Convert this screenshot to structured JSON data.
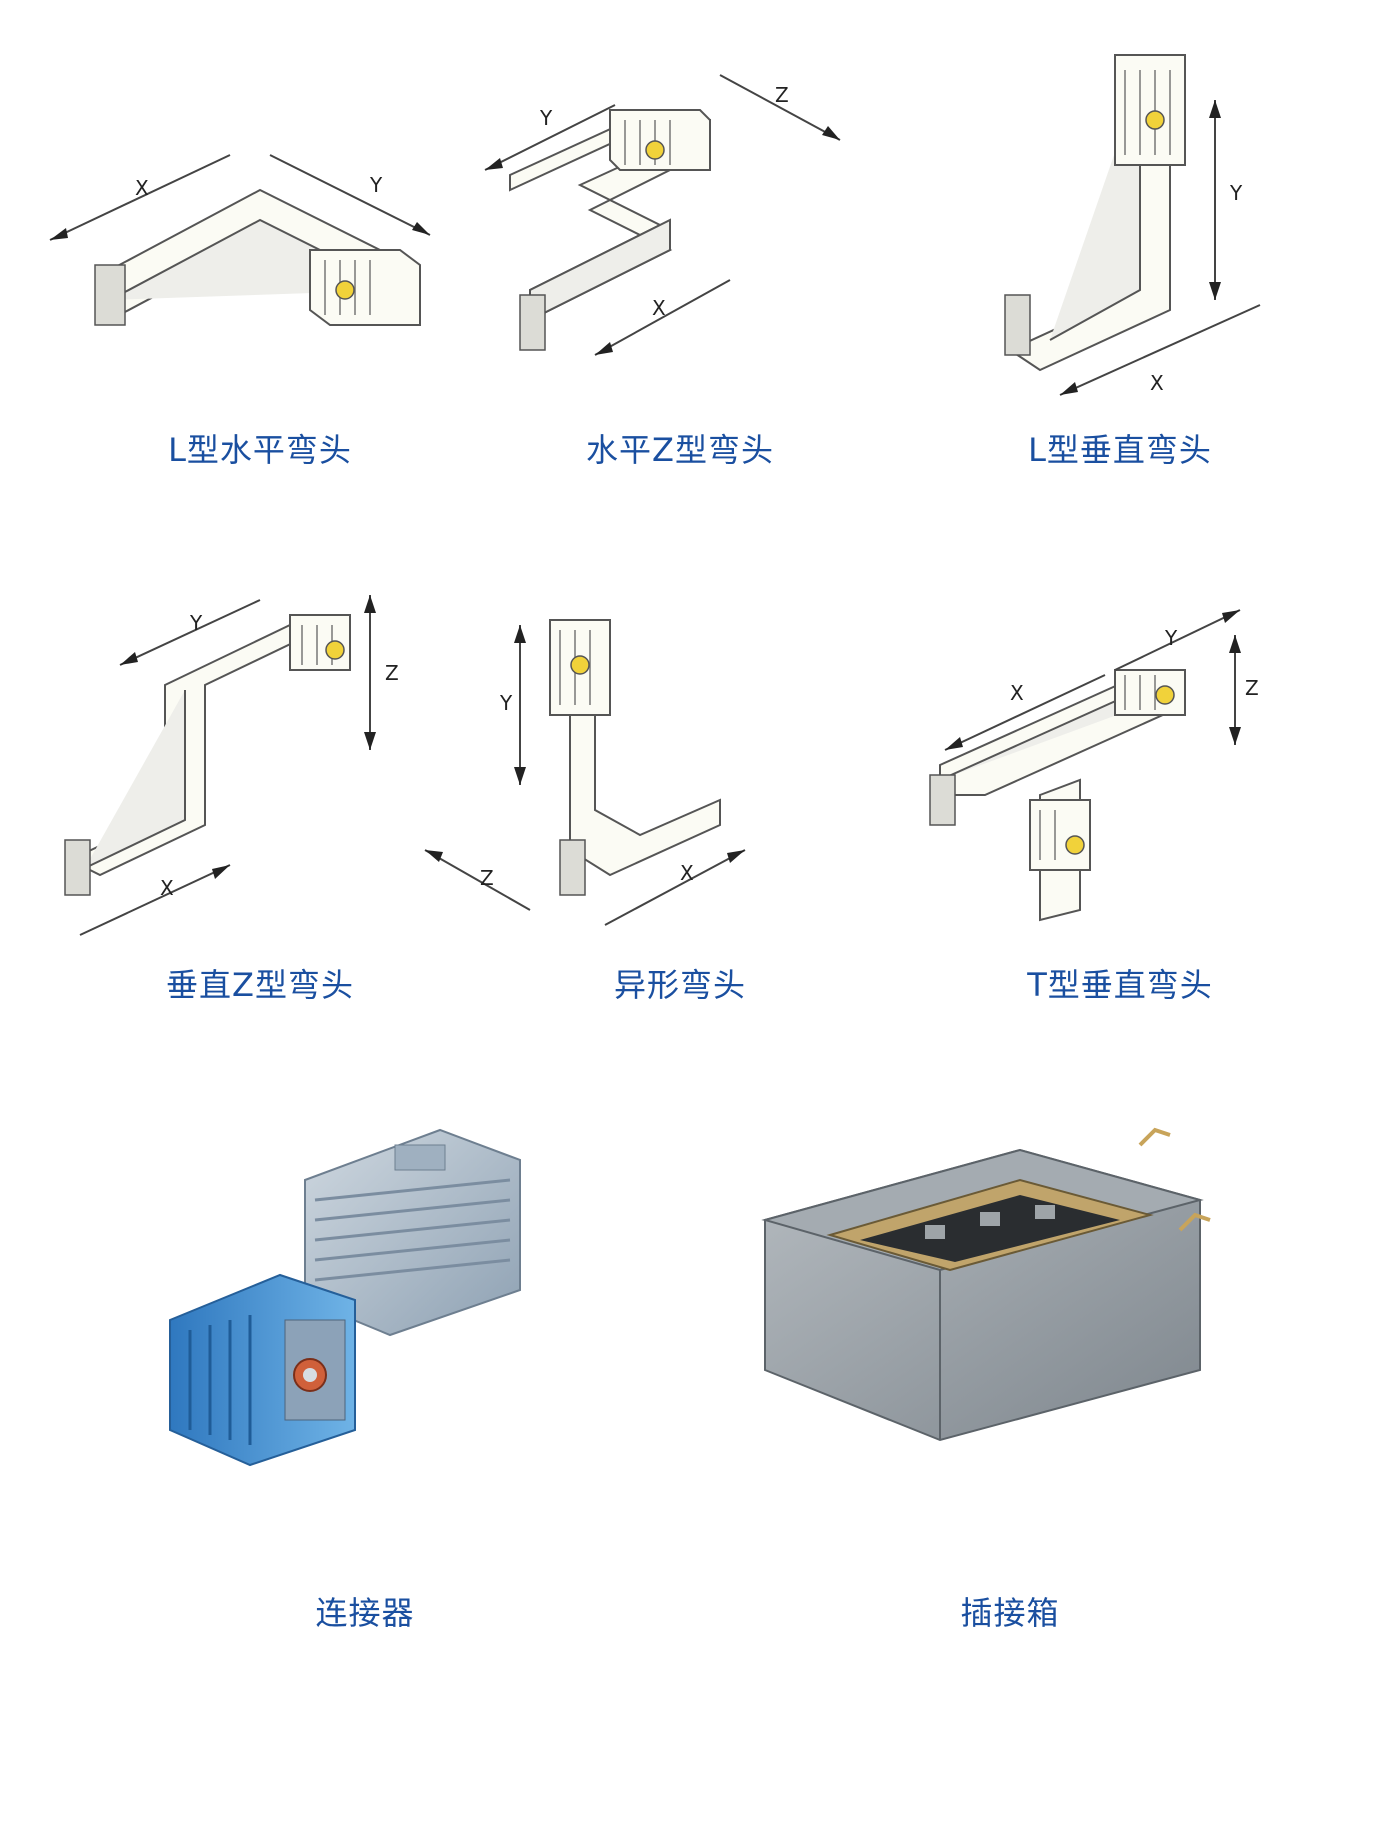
{
  "captions": {
    "l_horizontal": "L型水平弯头",
    "z_horizontal": "水平Z型弯头",
    "l_vertical": "L型垂直弯头",
    "z_vertical": "垂直Z型弯头",
    "special": "异形弯头",
    "t_vertical": "T型垂直弯头",
    "connector": "连接器",
    "plug_box": "插接箱"
  },
  "dimension_labels": {
    "x": "X",
    "y": "Y",
    "z": "Z"
  },
  "colors": {
    "caption": "#1a4fa0",
    "connector_blue": "#3d8fd0",
    "plug_box_gray": "#8d949a"
  }
}
